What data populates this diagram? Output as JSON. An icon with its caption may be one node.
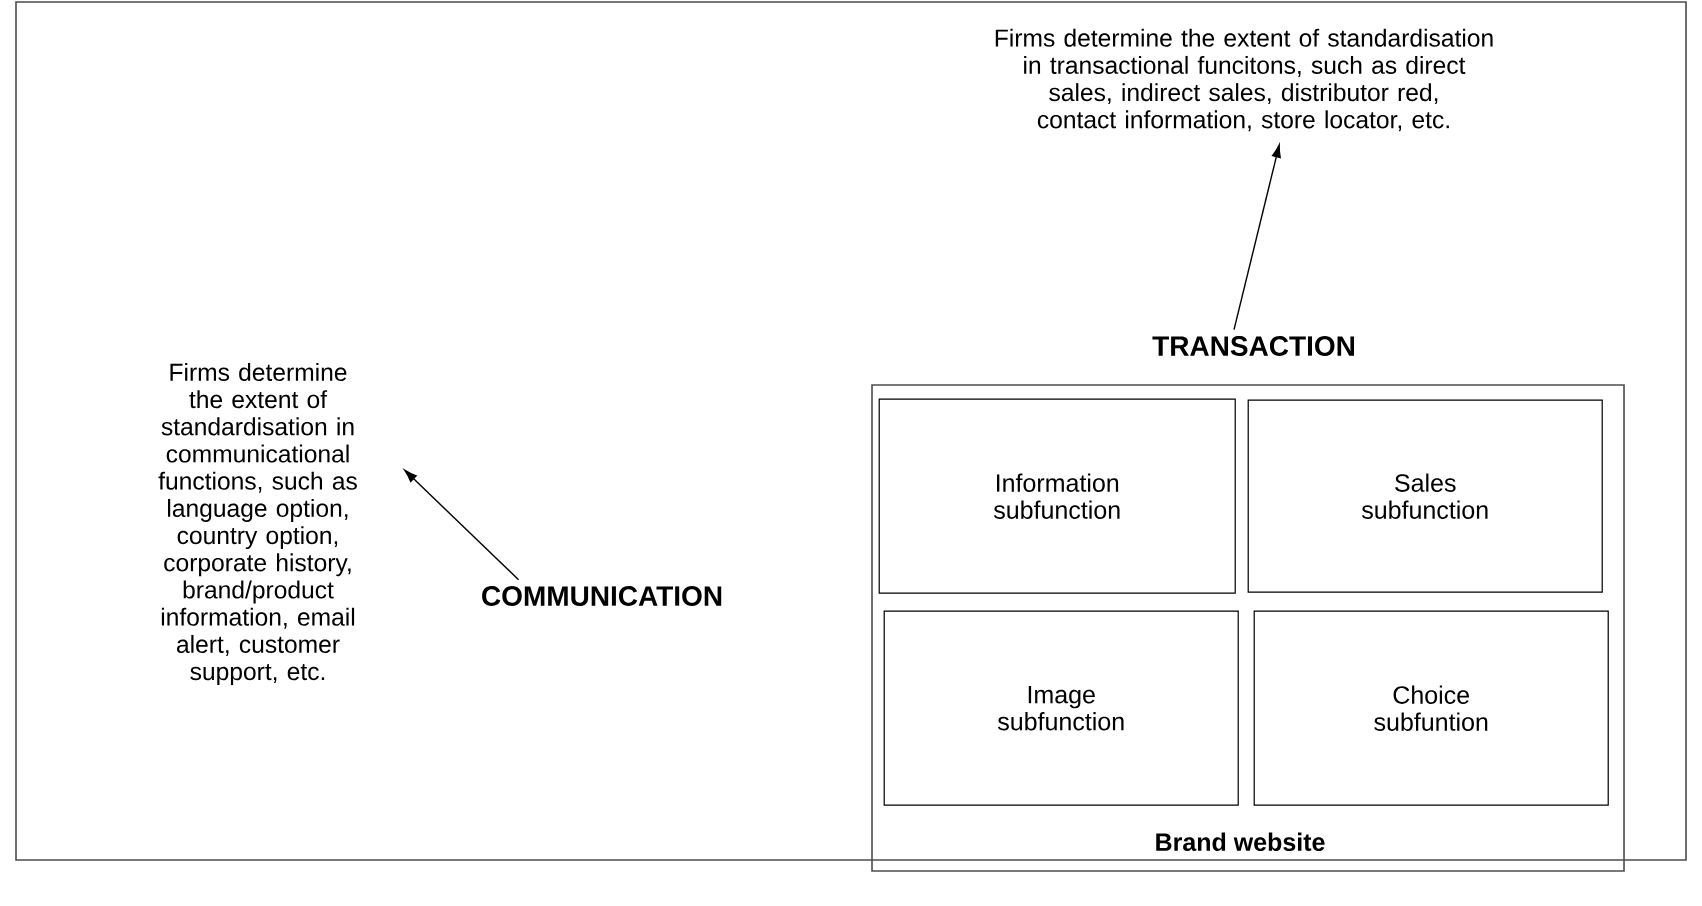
{
  "diagram": {
    "nodes": [
      {
        "text": [
          "Firms determine the extent of standardisation in transactional funcitons, such as direct sales, indirect sales, distributor red, contact information, store locator, etc."
        ]
      },
      {
        "text": [
          "TRANSACTION"
        ]
      },
      {
        "text": [
          "Firms determine the extent of standardisation in communicational functions, such as language option, country option, corporate history, brand/product information, email alert, customer support, etc."
        ]
      },
      {
        "text": [
          "COMMUNICATION"
        ]
      },
      {
        "text": [
          "Brand website"
        ]
      },
      {
        "text": [
          "Information subfunction"
        ],
        "in": 4
      },
      {
        "text": [
          "Sales subfunction"
        ],
        "in": 4
      },
      {
        "text": [
          "Image subfunction"
        ],
        "in": 4
      },
      {
        "text": [
          "Choice subfuntion"
        ],
        "in": 4
      }
    ],
    "edges": [
      {
        "from": 1,
        "to": 0,
        "arrow": "to"
      },
      {
        "from": 3,
        "to": 2,
        "arrow": "to"
      }
    ]
  }
}
